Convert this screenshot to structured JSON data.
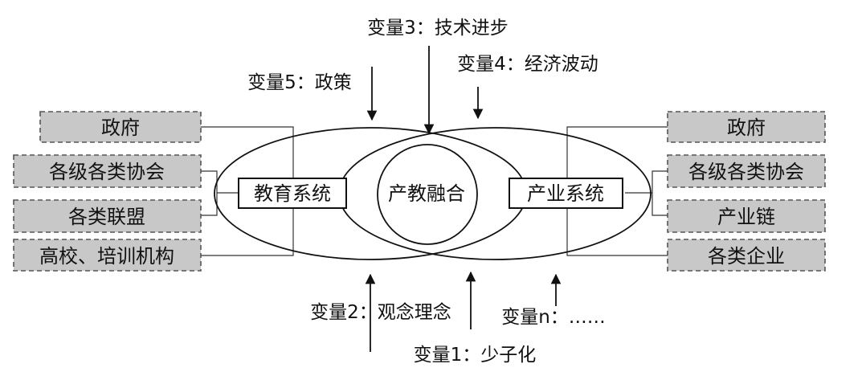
{
  "education": {
    "label": "教育系统",
    "stakeholders": [
      "政府",
      "各级各类协会",
      "各类联盟",
      "高校、培训机构"
    ]
  },
  "industry": {
    "label": "产业系统",
    "stakeholders": [
      "政府",
      "各级各类协会",
      "产业链",
      "各类企业"
    ]
  },
  "integration": {
    "label": "产教融合"
  },
  "variables": {
    "v3": "变量3：技术进步",
    "v4": "变量4：经济波动",
    "v5": "变量5：政策",
    "v2": "变量2：观念理念",
    "vn": "变量n：……",
    "v1": "变量1：少子化"
  }
}
